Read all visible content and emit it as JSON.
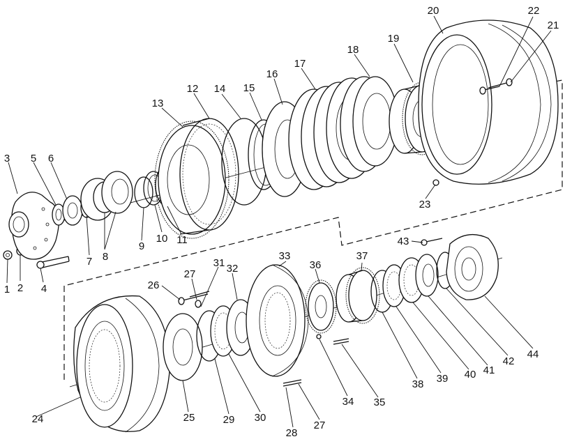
{
  "callouts": {
    "1": "1",
    "2": "2",
    "3": "3",
    "4": "4",
    "5": "5",
    "6": "6",
    "7": "7",
    "8": "8",
    "9": "9",
    "10": "10",
    "11": "11",
    "12": "12",
    "13": "13",
    "14": "14",
    "15": "15",
    "16": "16",
    "17": "17",
    "18": "18",
    "19": "19",
    "20": "20",
    "21": "21",
    "22": "22",
    "23": "23",
    "24": "24",
    "25": "25",
    "26": "26",
    "27a": "27",
    "27b": "27",
    "28": "28",
    "29": "29",
    "30": "30",
    "31": "31",
    "32": "32",
    "33": "33",
    "34": "34",
    "35": "35",
    "36": "36",
    "37": "37",
    "38": "38",
    "39": "39",
    "40": "40",
    "41": "41",
    "42": "42",
    "43": "43",
    "44": "44"
  }
}
